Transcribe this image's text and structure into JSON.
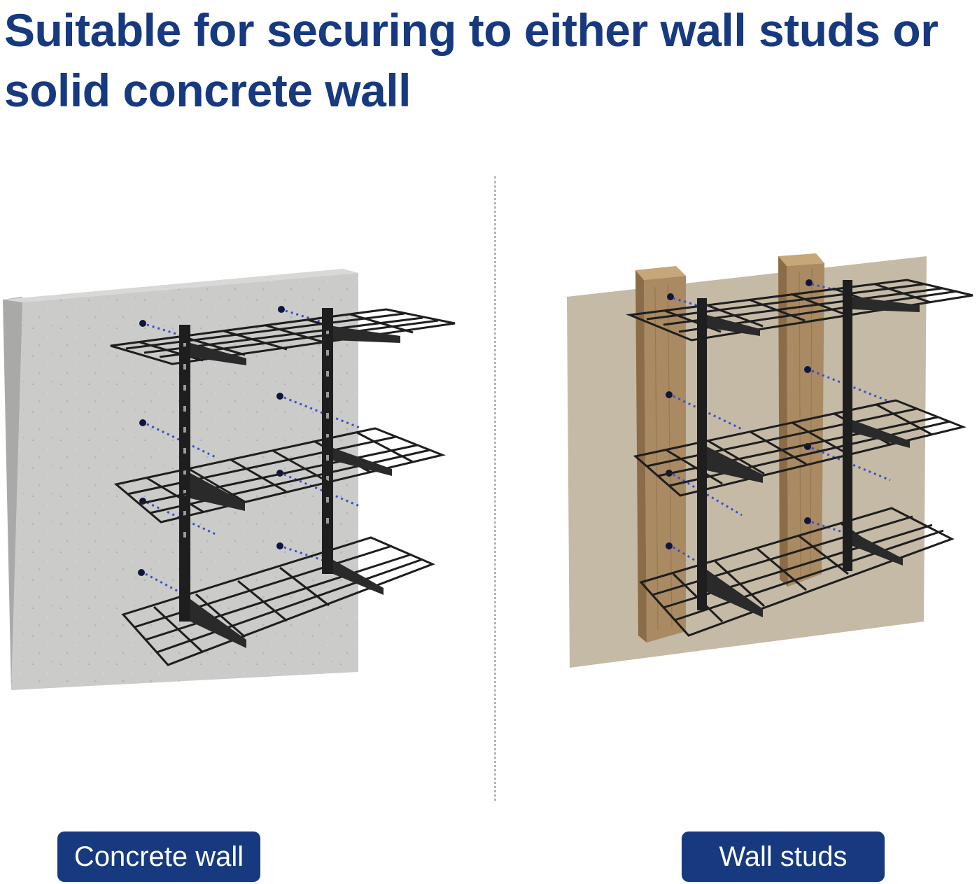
{
  "headline": "Suitable for securing to either wall studs or solid concrete wall",
  "labels": {
    "concrete": "Concrete wall",
    "studs": "Wall studs"
  },
  "colors": {
    "brand_blue": "#16397f",
    "concrete": "#c9c9c7",
    "drywall": "#c2b8a4",
    "stud_wood": "#a88a62",
    "shelf_metal": "#1e1e1e",
    "screw_line": "#3a4fc9"
  }
}
